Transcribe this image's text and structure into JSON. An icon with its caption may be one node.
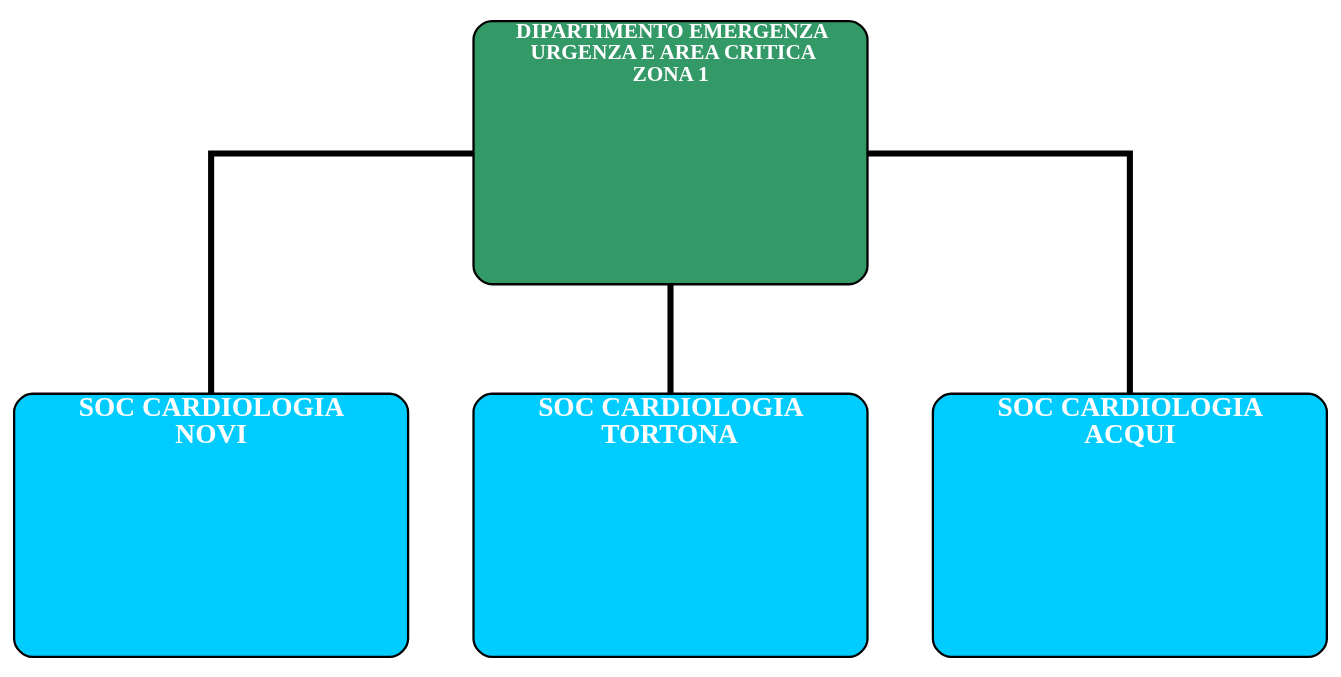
{
  "diagram": {
    "nodes": [
      {
        "text": [
          "DIPARTIMENTO EMERGENZA URGENZA E AREA CRITICA ZONA 1"
        ]
      },
      {
        "text": [
          "SOC CARDIOLOGIA NOVI"
        ]
      },
      {
        "text": [
          "SOC CARDIOLOGIA TORTONA"
        ]
      },
      {
        "text": [
          "SOC CARDIOLOGIA ACQUI"
        ]
      }
    ],
    "edges": [
      {
        "from": 0,
        "to": 1,
        "arrow": "none"
      },
      {
        "from": 0,
        "to": 2,
        "arrow": "none"
      },
      {
        "from": 0,
        "to": 3,
        "arrow": "none"
      }
    ]
  }
}
